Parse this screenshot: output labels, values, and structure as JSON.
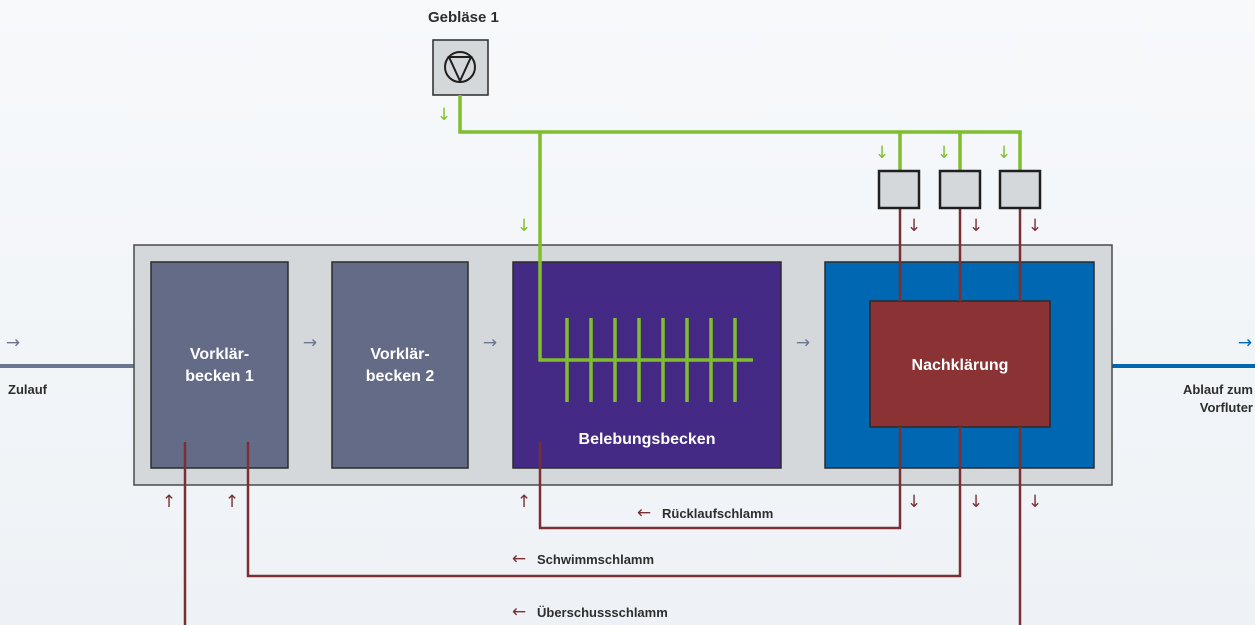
{
  "title": "Gebläse 1",
  "tanks": [
    {
      "id": "vk1",
      "label": "Vorklär-\nbecken 1"
    },
    {
      "id": "vk2",
      "label": "Vorklär-\nbecken 2"
    },
    {
      "id": "bb",
      "label": "Belebungsbecken"
    },
    {
      "id": "nk",
      "label": "Nachklärung"
    }
  ],
  "inflow": {
    "label": "Zulauf"
  },
  "outflow": {
    "label": "Ablauf zum\nVorfluter"
  },
  "sludge_lines": {
    "ruecklauf": "Rücklaufschlamm",
    "schwimm": "Schwimmschlamm",
    "ueberschuss": "Überschussschlamm"
  },
  "arrows": {
    "right": "→",
    "left": "←",
    "up": "↑",
    "down": "↓"
  },
  "colors": {
    "frame": "#d5d8db",
    "frame_border": "#4a4a4a",
    "vorklaer": "#646b87",
    "belebung": "#442a84",
    "nachklaer_outer": "#0068b3",
    "nachklaer_inner": "#8b3234",
    "air": "#7fbe2c",
    "sludge": "#7a3032",
    "water_in": "#6c7691",
    "water_out": "#0068b3"
  }
}
